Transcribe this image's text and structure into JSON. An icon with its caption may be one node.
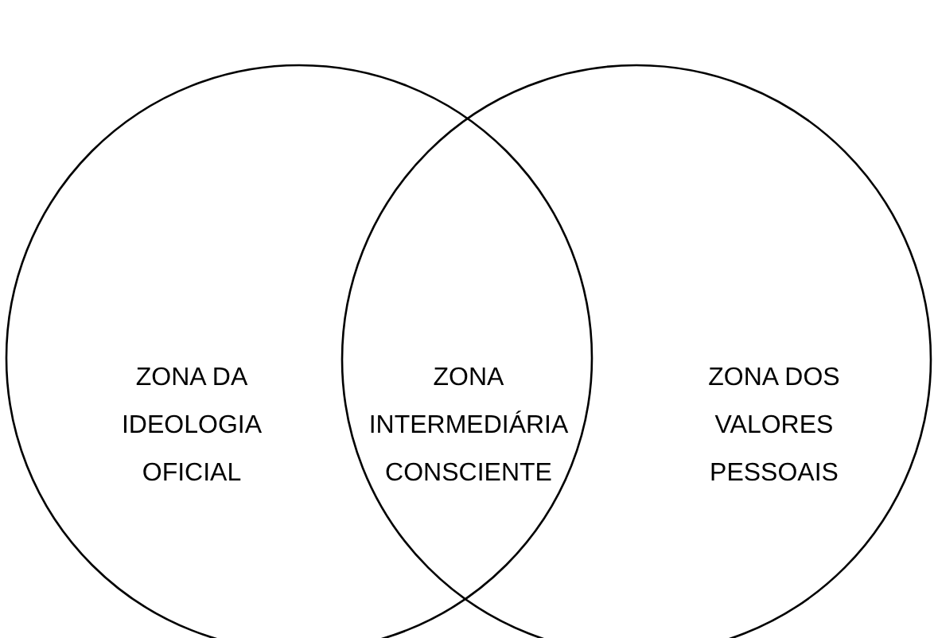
{
  "diagram": {
    "nodes": [
      {
        "text": [
          "ZONA DA IDEOLOGIA OFICIAL"
        ]
      },
      {
        "text": [
          "ZONA DOS VALORES PESSOAIS"
        ]
      }
    ],
    "edges": [],
    "labels": [
      "ZONA INTERMEDIÁRIA CONSCIENTE"
    ]
  }
}
